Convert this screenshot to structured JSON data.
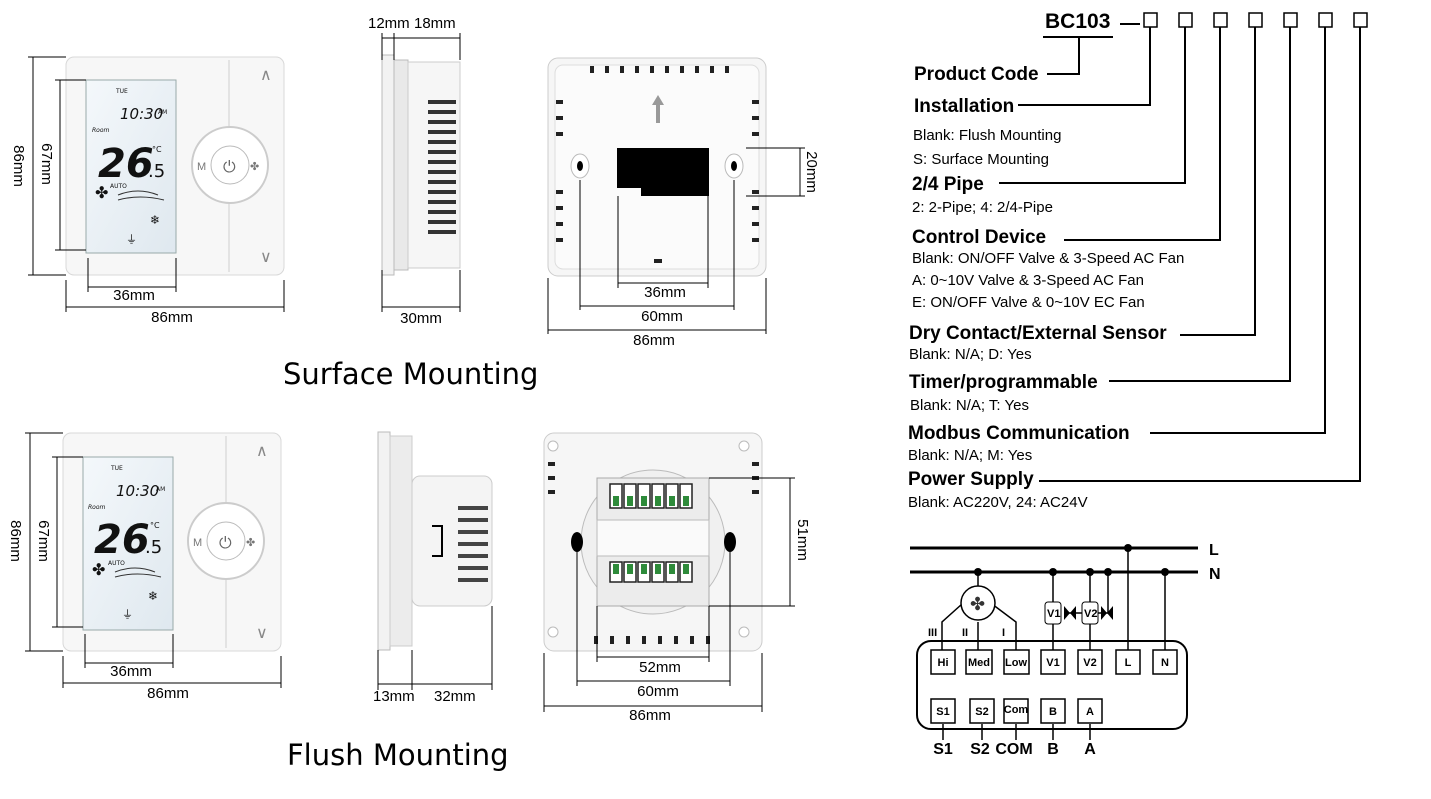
{
  "surface": {
    "caption": "Surface Mounting",
    "front": {
      "dim_height_outer": "86mm",
      "dim_height_screen": "67mm",
      "dim_width_screen": "36mm",
      "dim_width_outer": "86mm"
    },
    "side": {
      "dim_top_a": "12mm",
      "dim_top_b": "18mm",
      "dim_depth": "30mm"
    },
    "back": {
      "dim_hole": "20mm",
      "dim_inner": "36mm",
      "dim_mid": "60mm",
      "dim_outer": "86mm"
    }
  },
  "flush": {
    "caption": "Flush Mounting",
    "front": {
      "dim_height_outer": "86mm",
      "dim_height_screen": "67mm",
      "dim_width_screen": "36mm",
      "dim_width_outer": "86mm"
    },
    "side": {
      "dim_front": "13mm",
      "dim_depth": "32mm"
    },
    "back": {
      "dim_height": "51mm",
      "dim_inner": "52mm",
      "dim_mid": "60mm",
      "dim_outer": "86mm"
    }
  },
  "lcd": {
    "day": "TUE",
    "time": "10:30",
    "ampm": "AM",
    "room": "Room",
    "temp": "26",
    "temp_dec": ".5",
    "unit": "°C",
    "mode": "AUTO",
    "btn_m": "M"
  },
  "product_code": {
    "model": "BC103",
    "sections": [
      {
        "title": "Product Code",
        "lines": []
      },
      {
        "title": "Installation",
        "lines": [
          "Blank: Flush Mounting",
          "S: Surface Mounting"
        ]
      },
      {
        "title": "2/4 Pipe",
        "lines": [
          "2: 2-Pipe; 4: 2/4-Pipe"
        ]
      },
      {
        "title": "Control Device",
        "lines": [
          "Blank: ON/OFF Valve & 3-Speed AC Fan",
          "A: 0~10V Valve & 3-Speed AC Fan",
          "E: ON/OFF Valve & 0~10V EC Fan"
        ]
      },
      {
        "title": "Dry Contact/External Sensor",
        "lines": [
          "Blank: N/A; D: Yes"
        ]
      },
      {
        "title": "Timer/programmable",
        "lines": [
          "Blank: N/A; T: Yes"
        ]
      },
      {
        "title": "Modbus Communication",
        "lines": [
          "Blank: N/A; M: Yes"
        ]
      },
      {
        "title": "Power Supply",
        "lines": [
          "Blank: AC220V, 24: AC24V"
        ]
      }
    ]
  },
  "wiring": {
    "line_l": "L",
    "line_n": "N",
    "speeds": [
      "III",
      "II",
      "I"
    ],
    "valves": [
      "V1",
      "V2"
    ],
    "top_terminals": [
      "Hi",
      "Med",
      "Low",
      "V1",
      "V2",
      "L",
      "N"
    ],
    "bottom_terminals": [
      "S1",
      "S2",
      "Com",
      "B",
      "A"
    ],
    "bottom_labels": [
      "S1",
      "S2",
      "COM",
      "B",
      "A"
    ]
  }
}
